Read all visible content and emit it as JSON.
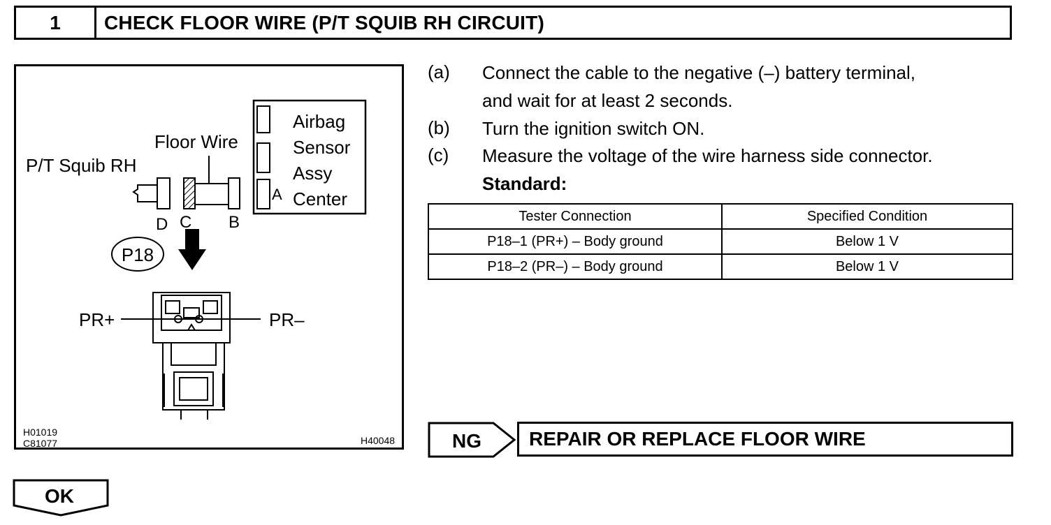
{
  "header": {
    "step_number": "1",
    "title": "CHECK FLOOR WIRE (P/T SQUIB RH CIRCUIT)"
  },
  "figure": {
    "labels": {
      "floor_wire": "Floor Wire",
      "squib": "P/T Squib RH",
      "airbag": "Airbag",
      "sensor": "Sensor",
      "assy": "Assy",
      "center": "Center",
      "conn_a": "A",
      "conn_b": "B",
      "conn_c": "C",
      "conn_d": "D",
      "connector_id": "P18",
      "pr_plus": "PR+",
      "pr_minus": "PR–",
      "code_1": "H01019",
      "code_2": "C81077",
      "code_3": "H40048"
    }
  },
  "steps": [
    {
      "label": "(a)",
      "text_line1": "Connect the cable to the negative (–) battery terminal,",
      "text_line2": "and wait for at least 2 seconds."
    },
    {
      "label": "(b)",
      "text_line1": "Turn the ignition switch ON."
    },
    {
      "label": "(c)",
      "text_line1": "Measure the voltage of the wire harness side connector."
    }
  ],
  "standard_label": "Standard:",
  "table": {
    "headers": [
      "Tester Connection",
      "Specified Condition"
    ],
    "rows": [
      [
        "P18–1 (PR+) – Body ground",
        "Below 1 V"
      ],
      [
        "P18–2 (PR–) – Body ground",
        "Below 1 V"
      ]
    ]
  },
  "ng": {
    "label": "NG",
    "action": "REPAIR OR REPLACE FLOOR WIRE"
  },
  "ok": {
    "label": "OK"
  }
}
